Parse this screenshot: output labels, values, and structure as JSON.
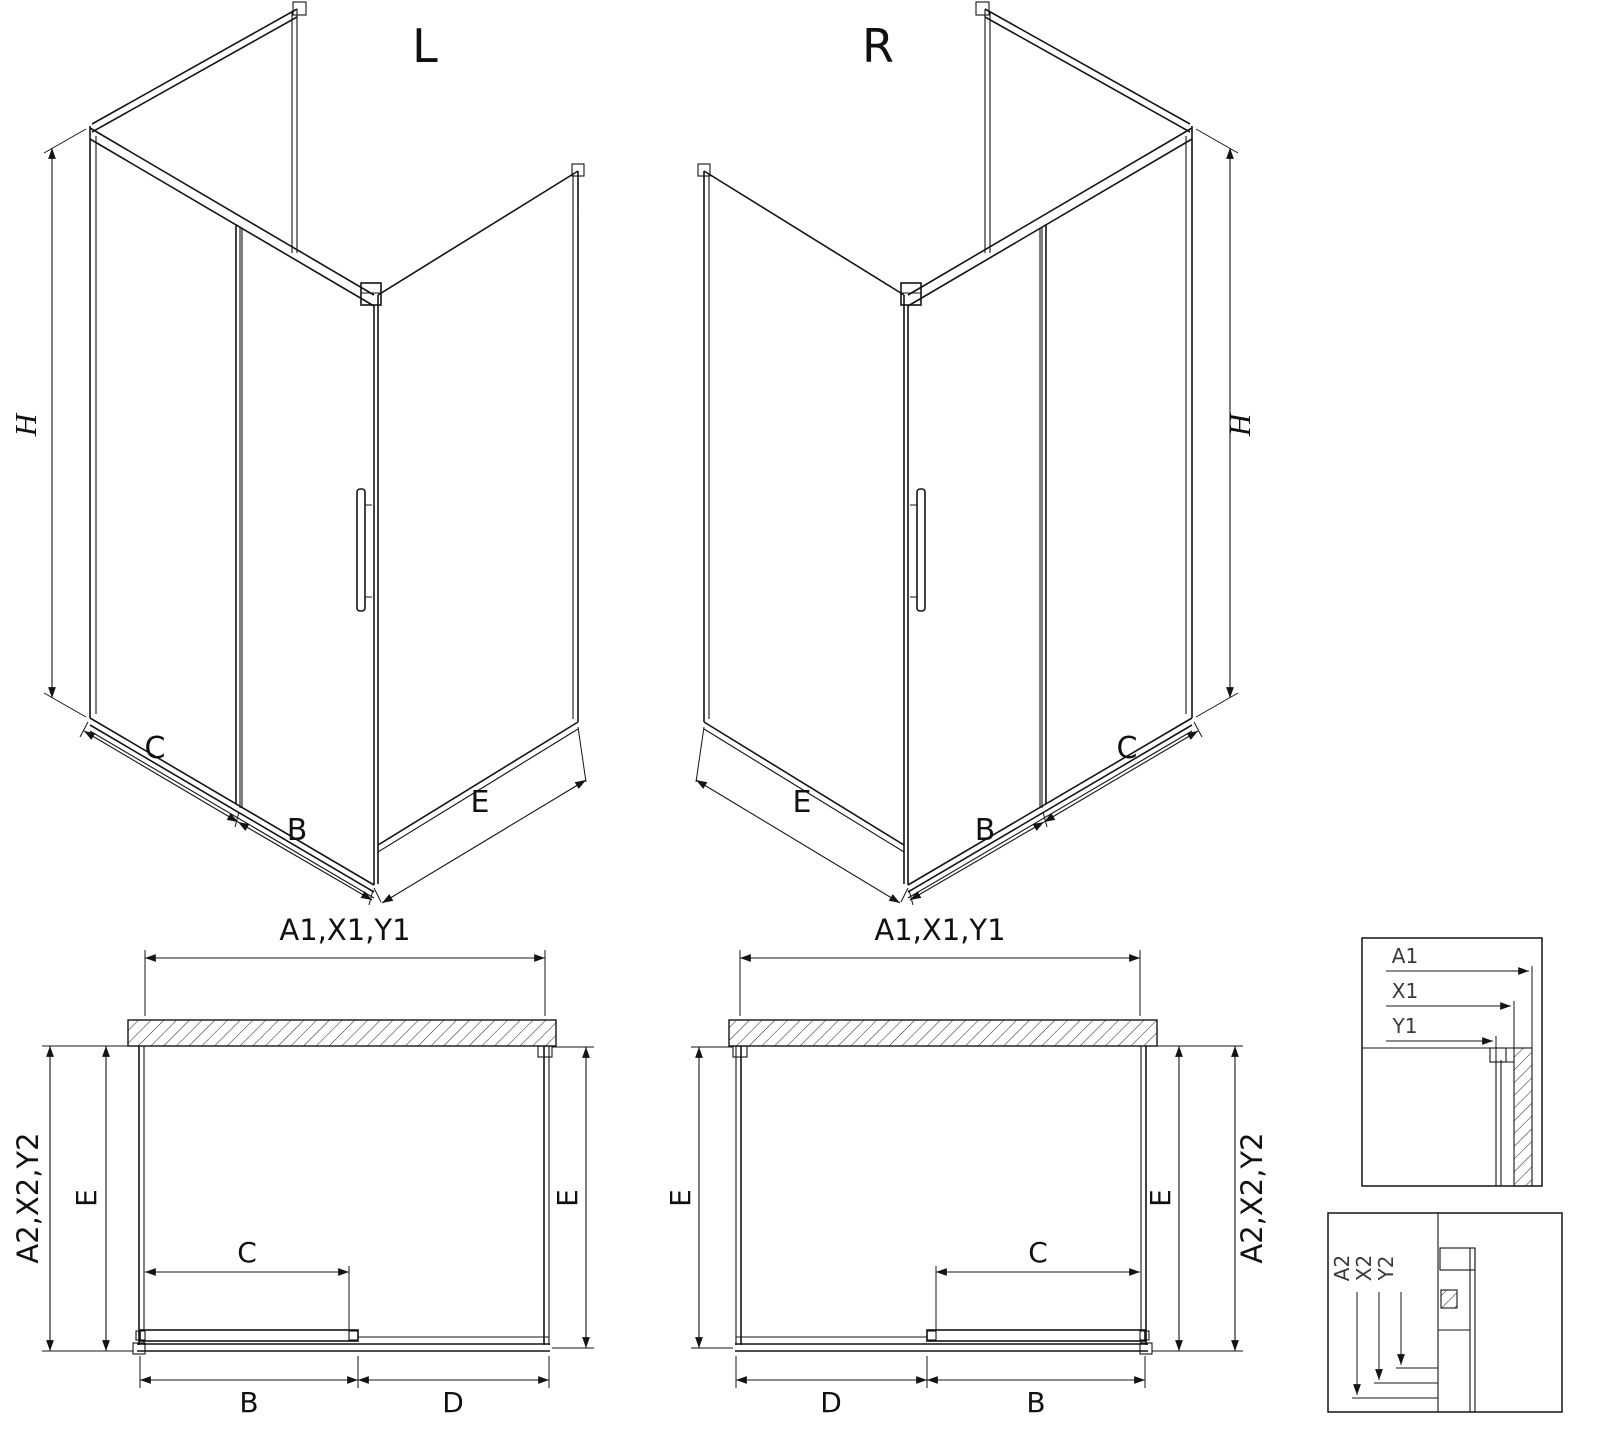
{
  "drawing": {
    "background": "#ffffff",
    "line_color": "#141414",
    "description_labels_only": true
  },
  "iso_left": {
    "title": "L",
    "dims": {
      "h": "H",
      "c": "C",
      "b": "B",
      "e": "E"
    }
  },
  "iso_right": {
    "title": "R",
    "dims": {
      "h": "H",
      "c": "C",
      "b": "B",
      "e": "E"
    }
  },
  "plan_left": {
    "dims": {
      "top": "A1,X1,Y1",
      "left_outer": "A2,X2,Y2",
      "left_inner": "E",
      "right": "E",
      "door": "C",
      "bottom_left": "B",
      "bottom_right": "D"
    }
  },
  "plan_right": {
    "dims": {
      "top": "A1,X1,Y1",
      "right_outer": "A2,X2,Y2",
      "right_inner": "E",
      "left": "E",
      "door": "C",
      "bottom_left": "D",
      "bottom_right": "B"
    }
  },
  "detail_top": {
    "labels": [
      "A1",
      "X1",
      "Y1"
    ]
  },
  "detail_bottom": {
    "labels": [
      "A2",
      "X2",
      "Y2"
    ]
  }
}
